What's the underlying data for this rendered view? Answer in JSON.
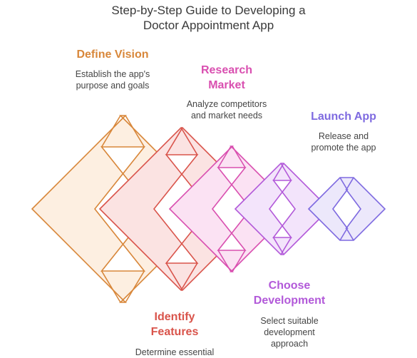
{
  "title": {
    "line1": "Step-by-Step Guide to Developing a",
    "line2": "Doctor Appointment App"
  },
  "steps": [
    {
      "title": [
        "Define Vision"
      ],
      "desc": [
        "Establish the app's",
        "purpose and goals"
      ],
      "color": "#D8873A",
      "fill": "#FDEFE1"
    },
    {
      "title": [
        "Identify",
        "Features"
      ],
      "desc": [
        "Determine essential"
      ],
      "color": "#D9544B",
      "fill": "#FBE3E2"
    },
    {
      "title": [
        "Research",
        "Market"
      ],
      "desc": [
        "Analyze competitors",
        "and market needs"
      ],
      "color": "#D94FB0",
      "fill": "#FBE2F3"
    },
    {
      "title": [
        "Choose",
        "Development"
      ],
      "desc": [
        "Select suitable",
        "development",
        "approach"
      ],
      "color": "#B259D9",
      "fill": "#F3E4FB"
    },
    {
      "title": [
        "Launch App"
      ],
      "desc": [
        "Release and",
        "promote the app"
      ],
      "color": "#7E6AE0",
      "fill": "#ECE8FB"
    }
  ]
}
